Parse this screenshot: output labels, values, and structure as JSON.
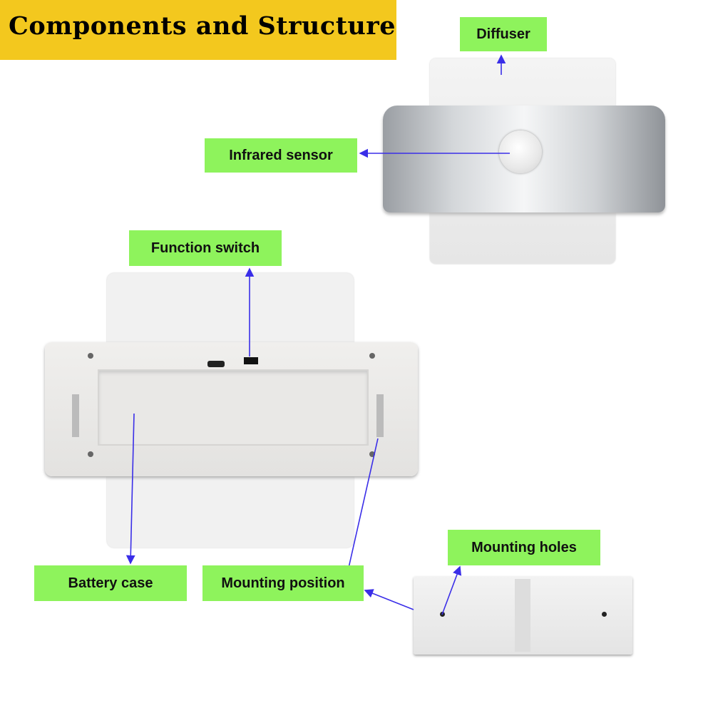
{
  "title": "Components and Structure",
  "labels": {
    "diffuser": "Diffuser",
    "infrared_sensor": "Infrared sensor",
    "function_switch": "Function switch",
    "battery_case": "Battery case",
    "mounting_position": "Mounting position",
    "mounting_holes": "Mounting holes"
  },
  "colors": {
    "title_bg": "#f3c81e",
    "label_bg": "#8ef35c",
    "arrow": "#3a2ee8"
  }
}
